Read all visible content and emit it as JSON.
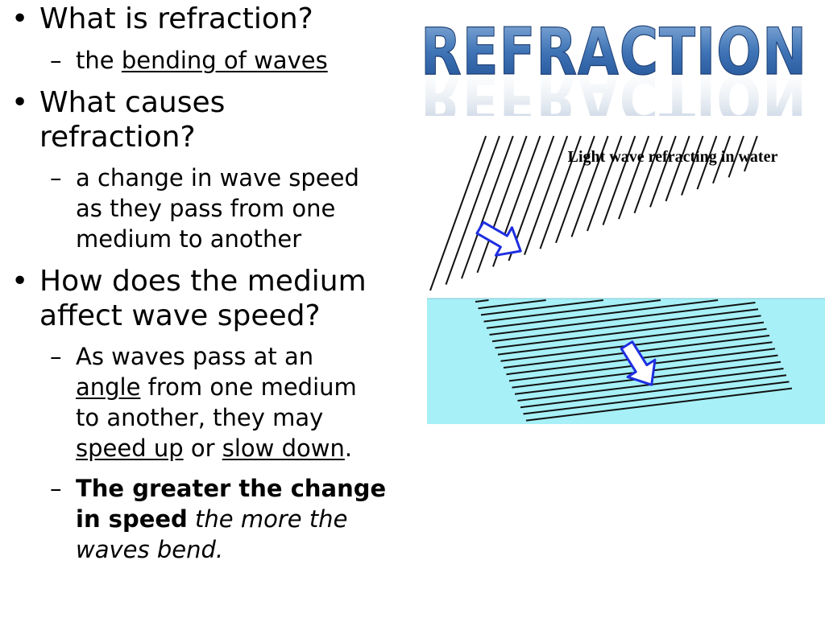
{
  "title": "REFRACTION",
  "figure": {
    "caption": "Light wave refracting in water",
    "colors": {
      "water": "#A7F0F7",
      "arrow_stroke": "#1E2FE0",
      "lines": "#111111"
    },
    "arrow_icon": "arrow-icon"
  },
  "bullets": {
    "b1": {
      "bullet": "•",
      "text": "What is refraction?",
      "sub": {
        "dash": "–",
        "prefix": "the ",
        "underlined": "bending of waves"
      }
    },
    "b2": {
      "bullet": "•",
      "line1": "What causes",
      "line2": "refraction?",
      "sub": {
        "dash": "–",
        "line1": "a change in wave speed",
        "line2": "as they pass from one",
        "line3": "medium to another"
      }
    },
    "b3": {
      "bullet": "•",
      "line1": "How does the medium",
      "line2": "affect wave speed?",
      "sub1": {
        "dash": "–",
        "line1": "As waves pass at an",
        "angle": "angle",
        "line2_rest": " from one medium",
        "line3": "to another,  they may",
        "speed_up": "speed up",
        "or": " or ",
        "slow_down": "slow down",
        "period": "."
      },
      "sub2": {
        "dash": "–",
        "bold1": "The greater the change",
        "bold2": "in speed",
        "italic2": " the more the",
        "italic3": "waves bend."
      }
    }
  }
}
